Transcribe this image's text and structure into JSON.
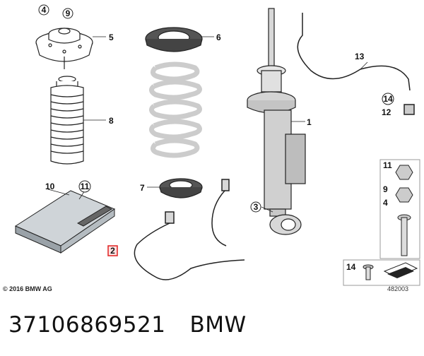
{
  "callouts": {
    "c1": "1",
    "c2": "2",
    "c3": "3",
    "c4a": "4",
    "c4b": "4",
    "c5": "5",
    "c6": "6",
    "c7": "7",
    "c8": "8",
    "c9a": "9",
    "c9b": "9",
    "c10": "10",
    "c11a": "11",
    "c11b": "11",
    "c12": "12",
    "c13": "13",
    "c14a": "14",
    "c14b": "14"
  },
  "copyright": "© 2016 BMW AG",
  "diagram_number": "482003",
  "caption": {
    "part_number": "37106869521",
    "brand": "BMW"
  }
}
